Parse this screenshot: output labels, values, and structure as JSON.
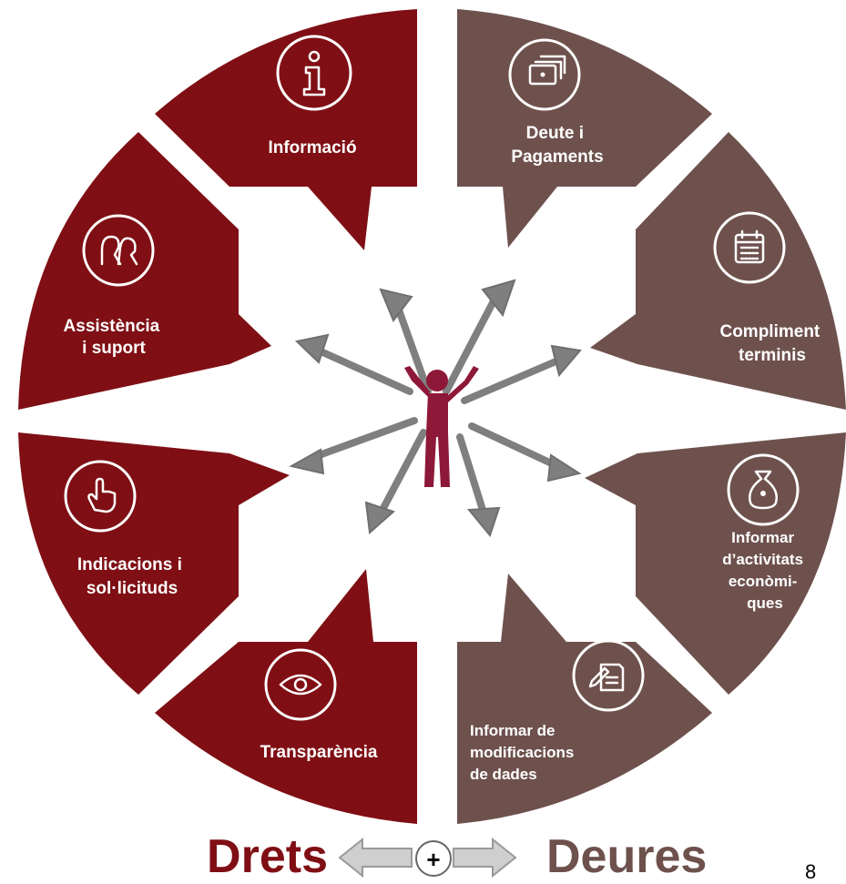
{
  "colors": {
    "rights": "#7f0f14",
    "duties": "#6e514d",
    "figure": "#8e1838",
    "arrow": "#7f7f7f",
    "arrow_light": "#c8c8c8",
    "background": "#ffffff"
  },
  "rights": {
    "title": "Drets",
    "items": [
      {
        "label_lines": [
          "Informació"
        ],
        "icon": "info-icon"
      },
      {
        "label_lines": [
          "Assistència",
          "i suport"
        ],
        "icon": "people-icon"
      },
      {
        "label_lines": [
          "Indicacions i",
          "sol·licituds"
        ],
        "icon": "pointing-hand-icon"
      },
      {
        "label_lines": [
          "Transparència"
        ],
        "icon": "eye-icon"
      }
    ]
  },
  "duties": {
    "title": "Deures",
    "items": [
      {
        "label_lines": [
          "Deute i",
          "Pagaments"
        ],
        "icon": "money-icon"
      },
      {
        "label_lines": [
          "Compliment",
          "terminis"
        ],
        "icon": "calendar-icon"
      },
      {
        "label_lines": [
          "Informar",
          "d’activitats",
          "econòmi-",
          "ques"
        ],
        "icon": "money-bag-icon"
      },
      {
        "label_lines": [
          "Informar de",
          "modificacions",
          "de dades"
        ],
        "icon": "document-edit-icon"
      }
    ]
  },
  "connector_symbol": "+",
  "page_number": "8"
}
